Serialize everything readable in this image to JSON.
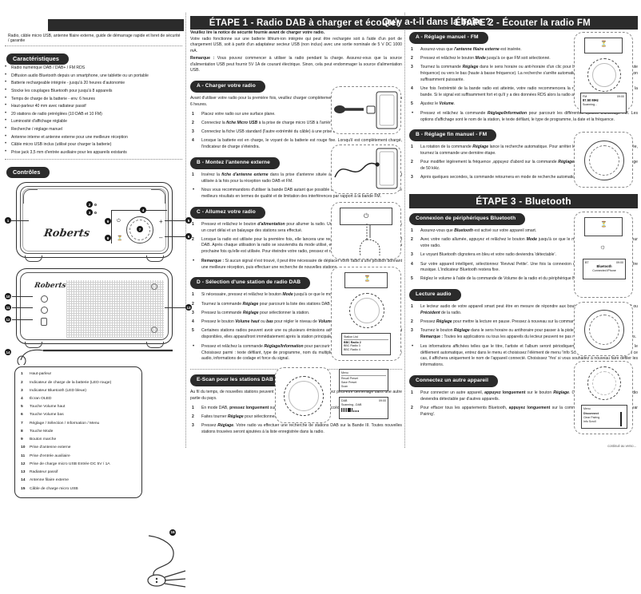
{
  "headers": {
    "step1": "ÉTAPE 1 - Radio DAB à charger et écouter",
    "whats_in_box": "Qu'y a-t-il dans la boîte ?",
    "step2": "ÉTAPE 2 - Écouter la radio FM",
    "step3": "ÉTAPE 3 - Bluetooth"
  },
  "left": {
    "box_contents": "Radio, câble micro USB, antenne filaire externe, guide de démarrage rapide et livret de sécurité / garantie",
    "features_title": "Caractéristiques",
    "features": [
      "Radio numérique DAB / DAB+ / FM RDS",
      "Diffusion audio Bluetooth depuis un smartphone, une tablette ou un portable",
      "Batterie rechargeable intégrée - jusqu'à 20 heures d'autonomie",
      "Stocke les couplages Bluetooth pour jusqu'à 8 appareils",
      "Temps de charge de la batterie - env. 6 heures",
      "Haut-parleur 40 mm avec radiateur passif",
      "20 stations de radio préréglées (10 DAB et 10 FM)",
      "Luminosité d'affichage réglable",
      "Recherche / réglage manuel",
      "Antenne interne et antenne externe pour une meilleure réception",
      "Câble micro USB inclus (utilisé pour charger la batterie)",
      "Prise jack 3,5 mm d'entrée auxiliaire pour les appareils existants"
    ],
    "controls_title": "Contrôles",
    "brand": "Roberts",
    "controls": [
      {
        "n": "1",
        "label": "Haut-parleur"
      },
      {
        "n": "2",
        "label": "Indicateur de charge de la batterie (LED rouge)"
      },
      {
        "n": "3",
        "label": "Indicateur Bluetooth (LED bleue)"
      },
      {
        "n": "4",
        "label": "Écran OLED"
      },
      {
        "n": "5",
        "label": "Touche Volume haut"
      },
      {
        "n": "6",
        "label": "Touche Volume bas"
      },
      {
        "n": "7",
        "label": "Réglage / Sélection / Information / Menu"
      },
      {
        "n": "8",
        "label": "Touche Mode"
      },
      {
        "n": "9",
        "label": "Bouton marche"
      },
      {
        "n": "10",
        "label": "Prise d'antenne externe"
      },
      {
        "n": "11",
        "label": "Prise d'entrée auxiliaire"
      },
      {
        "n": "12",
        "label": "Prise de charge micro USB Entrée DC 5V / 1A"
      },
      {
        "n": "13",
        "label": "Radiateur passif"
      },
      {
        "n": "14",
        "label": "Antenne filaire externe"
      },
      {
        "n": "15",
        "label": "Câble de charge micro USB"
      }
    ]
  },
  "middle": {
    "intro_bold": "Veuillez lire la notice de sécurité fournie avant de charger votre radio.",
    "intro_p1": "Votre radio fonctionne sur une batterie lithium-ion intégrée qui peut être rechargée soit à l'aide d'un port de chargement USB, soit à partir d'un adaptateur secteur USB (non inclus) avec une sortie nominale de 5 V DC 1000 mA.",
    "intro_note_label": "Remarque :",
    "intro_note": " Vous pouvez commencer à utiliser la radio pendant la charge. Assurez-vous que la source d'alimentation USB peut fournir 5V 1A de courant électrique. Sinon, cela peut endommager la source d'alimentation USB.",
    "sections": [
      {
        "title": "A - Charger votre radio",
        "lead": "Avant d'utiliser votre radio pour la première fois, veuillez charger complètement la batterie. Cela peut prendre jusqu'à 6 heures.",
        "steps": [
          "Placez votre radio sur une surface plane.",
          "Connectez la <i><b>fiche Micro USB</b></i> à la prise de charge micro USB à l'arrière de la radio comme illustré.",
          "Connectez la fiche USB standard (l'autre extrémité du câble) à une prise d'alimentation USB.",
          "Lorsque la batterie est en charge, le voyant de la batterie est rouge fixe. Lorsqu'il est complètement chargé, l'indicateur de charge s'éteindra."
        ],
        "notes": []
      },
      {
        "title": "B - Montez l'antenne externe",
        "lead": "",
        "steps": [
          "Insérez la <i><b>fiche d'antenne externe</b></i> dans la prise d'antenne située à l'arrière de votre radio. L'antenne est utilisée à la fois pour la réception radio DAB et FM."
        ],
        "notes": [
          "Nous vous recommandons d'utiliser la bande DAB autant que possible car cela permet en général d'obtenir de meilleurs résultats en termes de qualité et de limitation des interférences par rapport à la bande FM."
        ]
      },
      {
        "title": "C - Allumez votre radio",
        "lead": "",
        "steps": [
          "Pressez et relâchez le bouton <i><b>d'alimentation</b></i> pour allumer la radio. Un écran de démarrage s'affichera après un court délai et un balayage des stations sera effectué.",
          "Lorsque la radio est utilisée pour la première fois, elle lancera une recherche des fréquences de la bande III DAB. Après chaque utilisation la radio se souviendra du mode utilisé, et ensuite elle passera dans ce mode la prochaine fois qu'elle est utilisée. Pour éteindre votre radio, pressez et relâchez le bouton <i><b>d'alimentation</b></i>."
        ],
        "notes": [
          "<b>Remarque :</b> Si aucun signal n'est trouvé, il peut être nécessaire de déplacer votre radio à une position donnant une meilleure réception, puis effectuer une recherche de nouvelles stations."
        ]
      },
      {
        "title": "D - Sélection d'une station de radio DAB",
        "lead": "",
        "steps": [
          "Si nécessaire, pressez et relâchez le bouton <i><b>Mode</b></i> jusqu'à ce que le mode DAB soit sélectionné.",
          "Tournez la commande <i><b>Réglage</b></i> pour parcourir la liste des stations DAB disponibles.",
          "Pressez la commande <i><b>Réglage</b></i> pour sélectionner la station.",
          "Pressez le bouton <i><b>Volume haut</b></i> ou <i><b>bas</b></i> pour régler le niveau de <i><b>Volume</b></i>.",
          "Certaines stations radios peuvent avoir une ou plusieurs émissions additionnelles associées. Si celles-ci sont disponibles, elles apparaîtront immédiatement après la station principale."
        ],
        "notes": [
          "Pressez et relâchez la commande <i><b>Réglage/Information</b></i> pour parcourir les différentes options d'affichage DAB. Choisissez parmi : texte défilant, type de programme, nom du multiplex, date, fréquence, débit binaire, type audio, informations de codage et force du signal."
        ]
      },
      {
        "title": "E-Scan pour les stations DAB",
        "lead": "Au fil du temps, de nouvelles stations peuvent devenir disponibles ou vous avez peut-être déménagé dans une autre partie du pays.",
        "steps": [
          "En mode DAB, <b>pressez longuement</b> sur la commande <i><b>Réglage</b></i> pour accéder au menu DAB.",
          "Faites tourner <i><b>Réglage</b></i> pour sélectionner 'Scan'.",
          "Pressez <i><b>Réglage</b></i>. Votre radio va effectuer une recherche de stations DAB sur la Bande III. Toutes nouvelles stations trouvées seront ajoutées à la liste enregistrée dans la radio."
        ],
        "notes": []
      }
    ],
    "station_list": {
      "header": "Station List",
      "items": [
        "BBC Radio 2",
        "BBC Radio 3",
        "BBC Radio 4"
      ]
    },
    "scan_lcd": {
      "mode": "DAB",
      "time": "09:00",
      "status": "Scanning...DAB"
    },
    "scan_menu": {
      "title": "Menu",
      "items": [
        "Recall Preset",
        "Save Preset",
        "Scan"
      ]
    }
  },
  "right": {
    "sections": [
      {
        "title": "A - Réglage manuel - FM",
        "steps": [
          "Assurez-vous que <i><b>l'antenne filaire externe</b></i> est insérée.",
          "Pressez et relâchez le bouton <i><b>Mode</b></i> jusqu'à ce que FM soit sélectionné.",
          "Tournez la commande <i><b>Réglage</b></i> dans le sens horaire ou anti-horaire d'un clic pour balayer vers le haut (basse à haute fréquence) ou vers le bas (haute à basse fréquence). La recherche s'arrête automatiquement lorsqu'il trouve une station suffisamment puissante.",
          "Une fois l'extrémité de la bande radio est atteinte, votre radio recommencera la recherche depuis l'autre bout de la bande. Si le signal est suffisamment fort et qu'il y a des données RDS alors la radio affichera le nom de la station.",
          "Ajustez le <i><b>Volume</b></i>."
        ],
        "notes": [
          "Pressez et relâchez la commande <i><b>Réglage/Information</b></i> pour parcourir les différentes options d'affichage FM. Les options d'affichage sont le nom de la station, le texte défilant, le type de programme, la date et la fréquence."
        ]
      },
      {
        "title": "B - Réglage fin manuel - FM",
        "steps": [
          "La rotation de la commande <i><b>Réglage</b></i> lance la recherche automatique. Pour arrêter le balayage dans la zone souhaitée, tournez la commande une dernière étape.",
          "Pour modifier légèrement la fréquence ,appuyez d'abord sur la commande <i><b>Réglage</b></i>, puis tournez. Chaque clic change de 50 kHz.",
          "Après quelques secondes, la commande retournera en mode de recherche automatique."
        ],
        "notes": []
      },
      {
        "title": "Connexion de périphériques Bluetooth",
        "steps": [
          "Assurez-vous que <i><b>Bluetooth</b></i> est activé sur votre appareil smart.",
          "Avec votre radio allumée, appuyez et relâchez le bouton <i><b>Mode</b></i> jusqu'à ce que le mode Bluetooth soit sélectionné sur votre radio.",
          "Le voyant Bluetooth clignotera en bleu et votre radio deviendra 'détectable'.",
          "Sur votre appareil intelligent, sélectionnez 'Revival Petite'. Une fois la connexion établie, vous pouvez écouter votre musique. L'indicateur Bluetooth restera fixe.",
          "Réglez le volume à l'aide de la commande de Volume de la radio et du périphérique Bluetooth connecté."
        ],
        "notes": []
      },
      {
        "title": "Lecture audio",
        "steps": [
          "Le lecteur audio de votre appareil smart peut être en mesure de répondre aux boutons <i><b>Lecture / Pause, Suivant</b></i> ou <i><b>Précédent</b></i> de la radio.",
          "Pressez <i><b>Réglage</b></i> pour mettre la lecture en pause. Pressez à nouveau sur la commande pour reprendre la lecture.",
          "Tournez le bouton <i><b>Réglage</b></i> dans le sens horaire ou antihoraire pour passer à la piste suivante ou précédente.<br><b>Remarque :</b> Toutes les applications ou tous les appareils du lecteur peuvent ne pas répondre à toutes ces commandes."
        ],
        "notes": [
          "Les informations affichées telles que le titre, l'artiste et l'album seront périodiquement en boucle. Pour désactiver le défilement automatique, entrez dans le menu et choisissez l'élément de menu 'Info Scroll' , puis choisissez 'No'. Dans ce cas, il affichera uniquement le nom de l'appareil connecté. Choisissez 'Yes' si vous souhaitez à nouveau faire défiler les informations."
        ]
      },
      {
        "title": "Connectez un autre appareil",
        "steps": [
          "Pour connecter un autre appareil, <b>appuyez longuement</b> sur le bouton <i><b>Réglage</b></i>. Choisissez 'Disconnect'. Votre radio deviendra détectable par d'autres appareils.",
          "Pour effacer tous les appariements Bluetooth, <b>appuyez longuement</b> sur la commande <i><b>Réglage</b></i>. Choisissez 'Clear Pairing'."
        ],
        "notes": []
      }
    ],
    "fm_lcd": {
      "mode": "FM",
      "time": "09:00",
      "freq": "87.50 MHz",
      "status": "Scanning..."
    },
    "bt_lcd": {
      "mode": "BT",
      "time": "09:00",
      "title": "Bluetooth",
      "sub": "Connected iPhone"
    },
    "bt_menu": {
      "title": "Menu",
      "items": [
        "Disconnect",
        "Clear Pairing",
        "Info Scroll"
      ]
    },
    "footer": "continué au verso..."
  },
  "colors": {
    "banner_bg": "#2b2b2b",
    "text": "#1a1a1a"
  }
}
